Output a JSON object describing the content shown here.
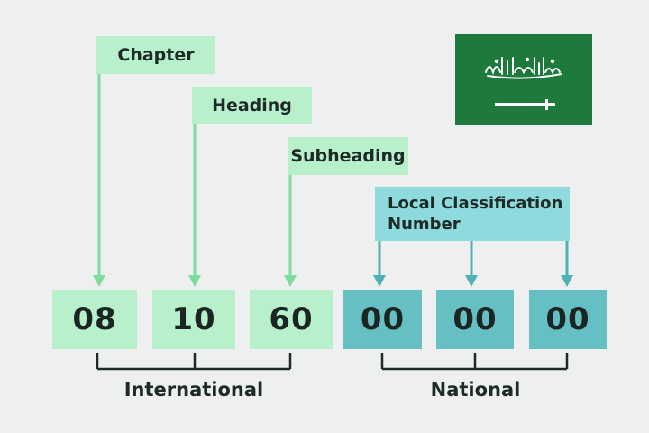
{
  "labels": {
    "chapter": "Chapter",
    "heading": "Heading",
    "subheading": "Subheading",
    "local_line1": "Local Classification",
    "local_line2": "Number"
  },
  "digits": [
    "08",
    "10",
    "60",
    "00",
    "00",
    "00"
  ],
  "groups": {
    "international": "International",
    "national": "National"
  },
  "flag": {
    "inscription": "لا إله إلا الله محمد رسول الله"
  },
  "colors": {
    "background": "#eef0f0",
    "green": "#b8f0cc",
    "teal_light": "#8fdadc",
    "teal_dark": "#66bfc3",
    "flag_green": "#1e7a3c",
    "arrow_green": "#7fdc9f",
    "arrow_teal": "#4fb1b6",
    "bracket": "#1e2a28"
  }
}
